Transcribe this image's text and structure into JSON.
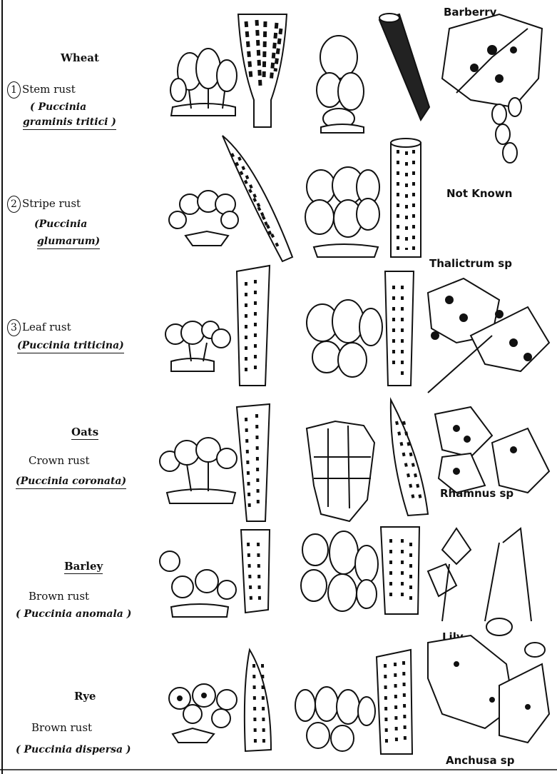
{
  "rows": [
    {
      "crop": "Wheat",
      "number": "1",
      "rust": "Stem rust",
      "species_line1": "( Puccinia",
      "species_line2": "graminis tritici )",
      "host": "Barberry"
    },
    {
      "crop": "",
      "number": "2",
      "rust": "Stripe rust",
      "species_line1": "(Puccinia",
      "species_line2": "glumarum)",
      "host": "Not Known"
    },
    {
      "crop": "",
      "number": "3",
      "rust": "Leaf rust",
      "species_line1": "(Puccinia triticina)",
      "species_line2": "",
      "host": "Thalictrum sp"
    },
    {
      "crop": "Oats",
      "number": "",
      "rust": "Crown rust",
      "species_line1": "(Puccinia coronata)",
      "species_line2": "",
      "host": "Rhamnus sp"
    },
    {
      "crop": "Barley",
      "number": "",
      "rust": "Brown rust",
      "species_line1": "( Puccinia anomala )",
      "species_line2": "",
      "host": "Lily"
    },
    {
      "crop": "Rye",
      "number": "",
      "rust": "Brown rust",
      "species_line1": "( Puccinia dispersa )",
      "species_line2": "",
      "host": "Anchusa sp"
    }
  ]
}
